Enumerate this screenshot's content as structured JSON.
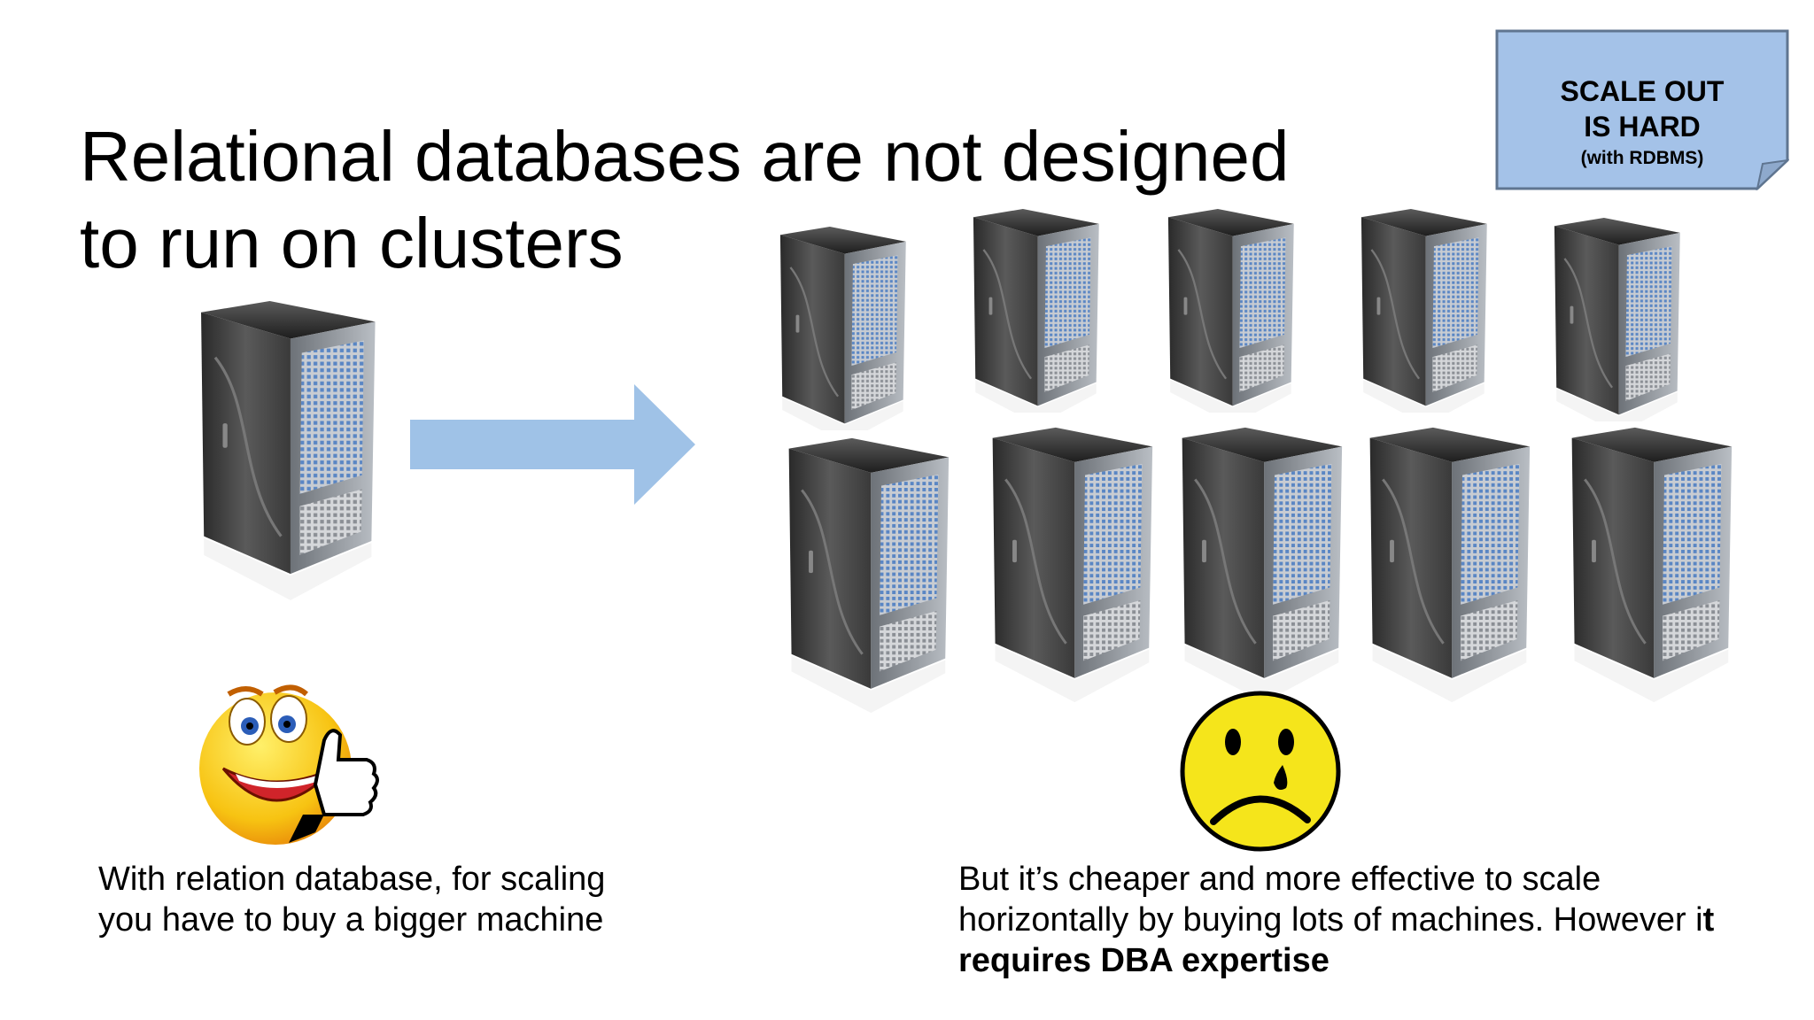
{
  "slide": {
    "title": "Relational databases are not designed to run on clusters",
    "callout": {
      "line1": "SCALE OUT",
      "line2": "IS HARD",
      "sub": "(with RDBMS)",
      "fill_color": "#a4c2e8",
      "border_color": "#5f7590"
    },
    "arrow_color": "#9fc2e7",
    "left_caption": "With relation database, for scaling you have to buy a bigger machine",
    "right_caption": {
      "regular": "But it’s cheaper and more effective to scale horizontally by buying lots of machines.  However i",
      "bold": "t requires DBA expertise"
    },
    "smiley_color": "#f5e51b"
  }
}
